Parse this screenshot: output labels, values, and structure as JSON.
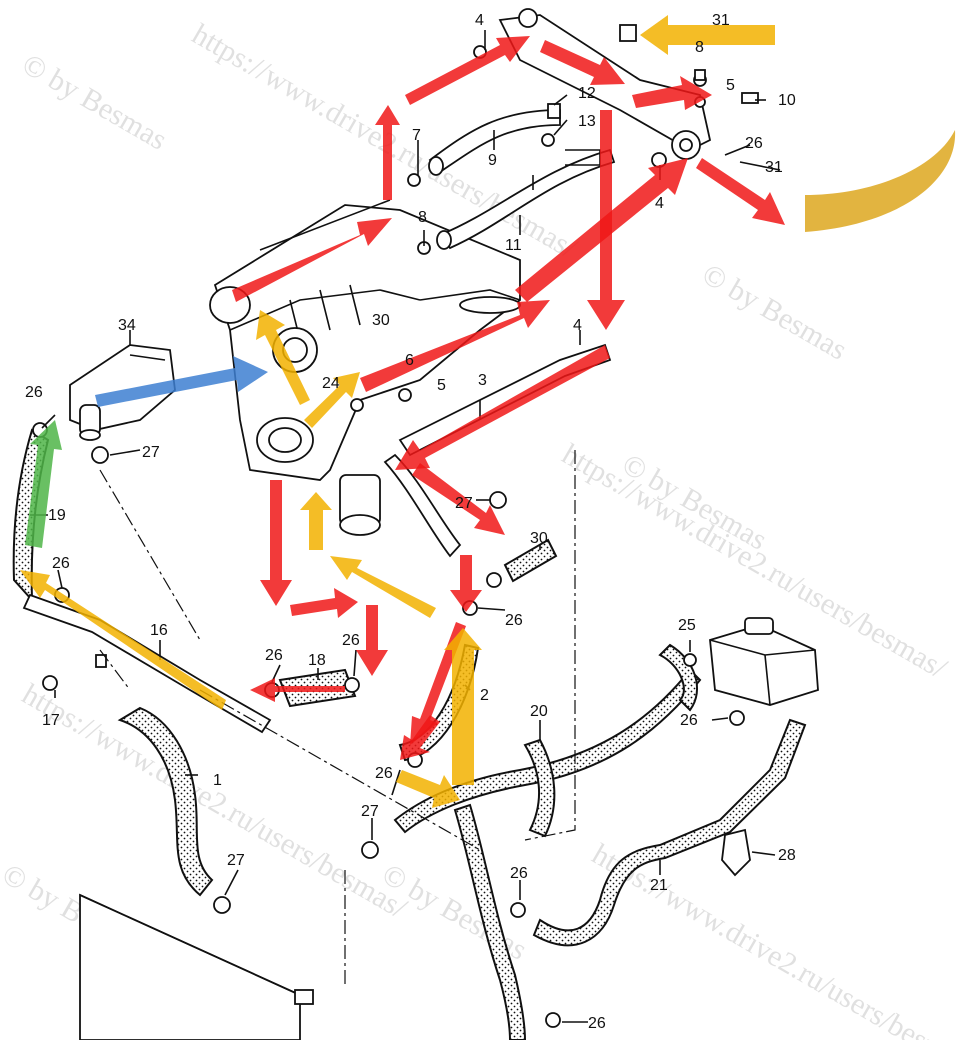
{
  "watermark": {
    "line1": "© by Besmas",
    "line2": "https://www.drive2.ru/users/besmas/"
  },
  "colors": {
    "red_arrow": "#f01818",
    "yellow_arrow": "#f2b200",
    "blue_arrow": "#3d7fd1",
    "green_arrow": "#4fb548",
    "hose_fill": "#ffffff",
    "ink": "#111111"
  },
  "parts": [
    {
      "id": "p1",
      "label": "1"
    },
    {
      "id": "p2",
      "label": "2"
    },
    {
      "id": "p3",
      "label": "3"
    },
    {
      "id": "p4a",
      "label": "4"
    },
    {
      "id": "p4b",
      "label": "4"
    },
    {
      "id": "p4c",
      "label": "4"
    },
    {
      "id": "p5a",
      "label": "5"
    },
    {
      "id": "p5b",
      "label": "5"
    },
    {
      "id": "p6",
      "label": "6"
    },
    {
      "id": "p7",
      "label": "7"
    },
    {
      "id": "p8a",
      "label": "8"
    },
    {
      "id": "p8b",
      "label": "8"
    },
    {
      "id": "p9",
      "label": "9"
    },
    {
      "id": "p10",
      "label": "10"
    },
    {
      "id": "p11",
      "label": "11"
    },
    {
      "id": "p12",
      "label": "12"
    },
    {
      "id": "p13",
      "label": "13"
    },
    {
      "id": "p16",
      "label": "16"
    },
    {
      "id": "p17",
      "label": "17"
    },
    {
      "id": "p18",
      "label": "18"
    },
    {
      "id": "p19",
      "label": "19"
    },
    {
      "id": "p20",
      "label": "20"
    },
    {
      "id": "p21",
      "label": "21"
    },
    {
      "id": "p24",
      "label": "24"
    },
    {
      "id": "p25",
      "label": "25"
    },
    {
      "id": "p26a",
      "label": "26"
    },
    {
      "id": "p26b",
      "label": "26"
    },
    {
      "id": "p26c",
      "label": "26"
    },
    {
      "id": "p26d",
      "label": "26"
    },
    {
      "id": "p26e",
      "label": "26"
    },
    {
      "id": "p26f",
      "label": "26"
    },
    {
      "id": "p26g",
      "label": "26"
    },
    {
      "id": "p26h",
      "label": "26"
    },
    {
      "id": "p26i",
      "label": "26"
    },
    {
      "id": "p26j",
      "label": "26"
    },
    {
      "id": "p27a",
      "label": "27"
    },
    {
      "id": "p27b",
      "label": "27"
    },
    {
      "id": "p27c",
      "label": "27"
    },
    {
      "id": "p27d",
      "label": "27"
    },
    {
      "id": "p28",
      "label": "28"
    },
    {
      "id": "p30a",
      "label": "30"
    },
    {
      "id": "p30b",
      "label": "30"
    },
    {
      "id": "p31a",
      "label": "31"
    },
    {
      "id": "p31b",
      "label": "31"
    },
    {
      "id": "p34",
      "label": "34"
    }
  ]
}
